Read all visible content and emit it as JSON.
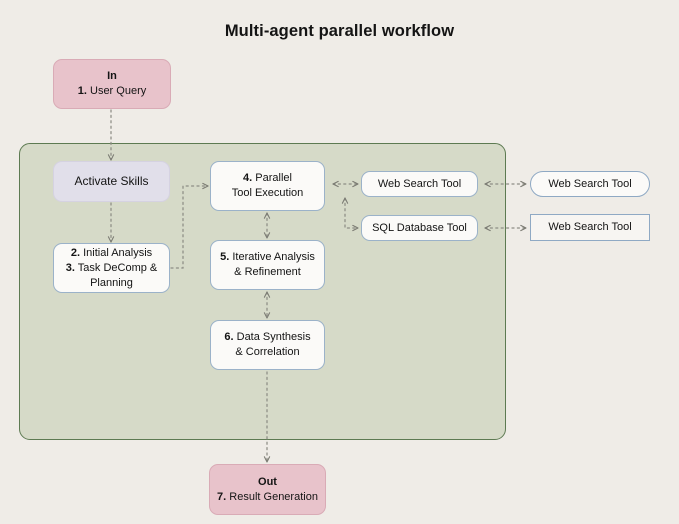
{
  "title": "Multi-agent parallel workflow",
  "colors": {
    "background": "#efece7",
    "container_fill": "#d6dac8",
    "container_border": "#5d7a52",
    "terminal_fill": "#e8c3cb",
    "skill_fill": "#e1dfea",
    "node_fill": "#fbfaf8",
    "node_border": "#9bb2c9",
    "connector": "#7a7a72",
    "text": "#141414"
  },
  "nodes": {
    "input": {
      "header": "In",
      "step": "1.",
      "label": "User Query"
    },
    "skills": {
      "label": "Activate Skills"
    },
    "analysis": {
      "step_a": "2.",
      "label_a": "Initial Analysis",
      "step_b": "3.",
      "label_b": "Task DeComp & Planning"
    },
    "parallel": {
      "step": "4.",
      "label_a": "Parallel",
      "label_b": "Tool Execution"
    },
    "iterative": {
      "step": "5.",
      "label_a": "Iterative Analysis",
      "label_b": "& Refinement"
    },
    "synthesis": {
      "step": "6.",
      "label_a": "Data Synthesis",
      "label_b": "& Correlation"
    },
    "web_search_inner": {
      "label": "Web Search Tool"
    },
    "sql_database_inner": {
      "label": "SQL Database Tool"
    },
    "web_search_outer_top": {
      "label": "Web Search Tool"
    },
    "web_search_outer_bottom": {
      "label": "Web Search Tool"
    },
    "output": {
      "header": "Out",
      "step": "7.",
      "label": "Result Generation"
    }
  }
}
